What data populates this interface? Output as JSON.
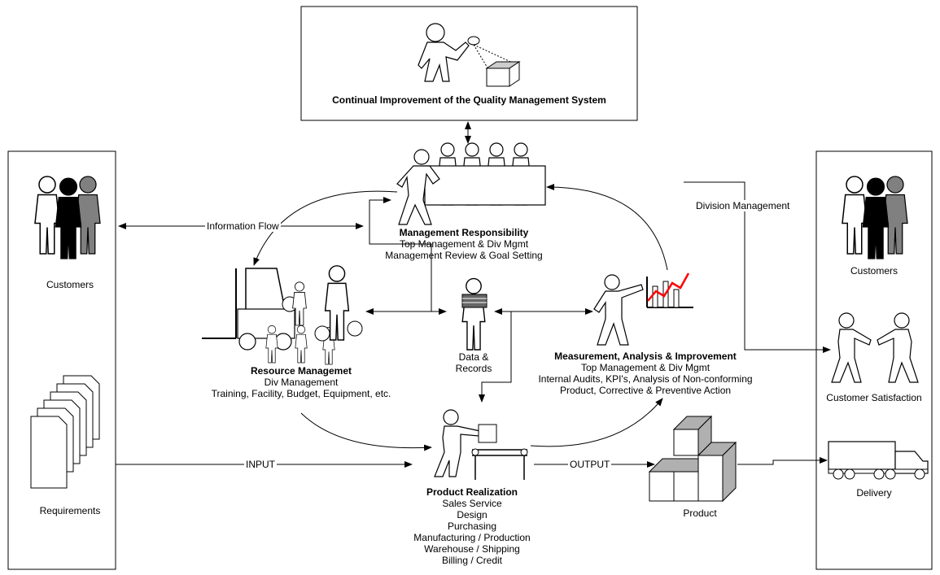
{
  "top_box": {
    "title": "Continual Improvement of the Quality Management System"
  },
  "customers_left": {
    "label": "Customers"
  },
  "requirements": {
    "label": "Requirements"
  },
  "customers_right": {
    "label": "Customers"
  },
  "customer_satisfaction": {
    "label": "Customer Satisfaction"
  },
  "delivery": {
    "label": "Delivery"
  },
  "product": {
    "label": "Product"
  },
  "flows": {
    "information_flow": "Information Flow",
    "division_management": "Division Management",
    "input": "INPUT",
    "output": "OUTPUT"
  },
  "management_responsibility": {
    "title": "Management Responsibility",
    "lines": [
      "Top Management & Div Mgmt",
      "Management Review & Goal Setting"
    ]
  },
  "resource_management": {
    "title": "Resource Managemet",
    "lines": [
      "Div Management",
      "Training, Facility, Budget, Equipment, etc."
    ]
  },
  "data_records": {
    "lines": [
      "Data &",
      "Records"
    ]
  },
  "measurement": {
    "title": "Measurement, Analysis & Improvement",
    "lines": [
      "Top Management & Div Mgmt",
      "Internal Audits, KPI's, Analysis of Non-conforming",
      "Product, Corrective & Preventive Action"
    ]
  },
  "product_realization": {
    "title": "Product Realization",
    "lines": [
      "Sales Service",
      "Design",
      "Purchasing",
      "Manufacturing / Production",
      "Warehouse / Shipping",
      "Billing / Credit"
    ]
  },
  "colors": {
    "line": "#000000",
    "grey_person": "#808080",
    "black_person": "#000000",
    "box_fill": "#b0b0b0",
    "chart_line": "#ff0000"
  }
}
